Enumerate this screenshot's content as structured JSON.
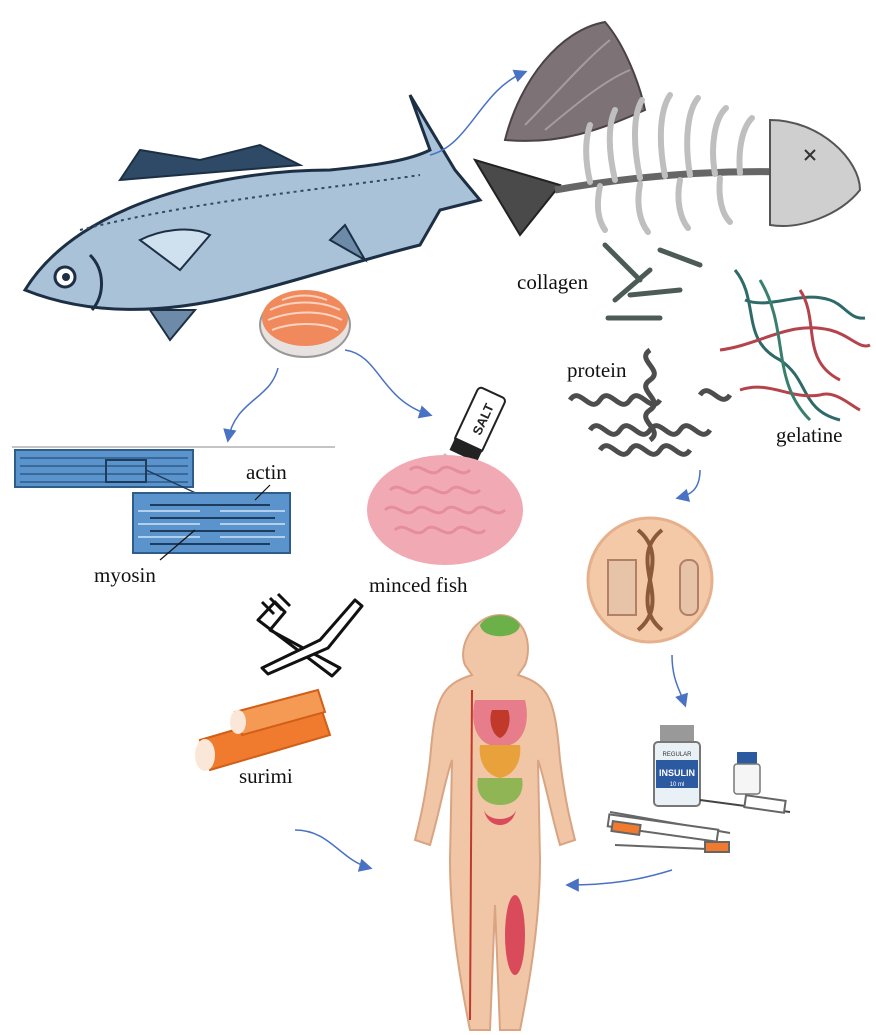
{
  "labels": {
    "collagen": "collagen",
    "protein": "protein",
    "gelatine": "gelatine",
    "actin": "actin",
    "myosin": "myosin",
    "minced_fish": "minced fish",
    "surimi": "surimi",
    "salt": "SALT",
    "insulin_vial_top": "REGULAR",
    "insulin_vial_main": "INSULIN",
    "insulin_vial_volume": "10 ml"
  },
  "colors": {
    "arrow": "#4a72c4",
    "fish_body": "#a9c2d8",
    "fish_dark": "#2f4a66",
    "skin": "#f1c6a6",
    "muscle": "#d94b5a",
    "salmon": "#f08a5d",
    "mince": "#f1aab4",
    "sarcomere": "#5b94cc",
    "crab_stick": "#f07a2e",
    "bone": "#d8d8d8",
    "dna_circle": "#f3c9a8"
  },
  "icons": [
    "fish-icon",
    "fish-skin-icon",
    "fish-skeleton-icon",
    "collagen-fibers-icon",
    "gelatine-network-icon",
    "protein-structure-icon",
    "fish-steak-icon",
    "salt-shaker-icon",
    "minced-fish-icon",
    "sarcomere-icon",
    "fork-knife-icon",
    "surimi-icon",
    "dna-lab-icon",
    "insulin-vial-icon",
    "syringe-icon",
    "human-body-icon"
  ]
}
